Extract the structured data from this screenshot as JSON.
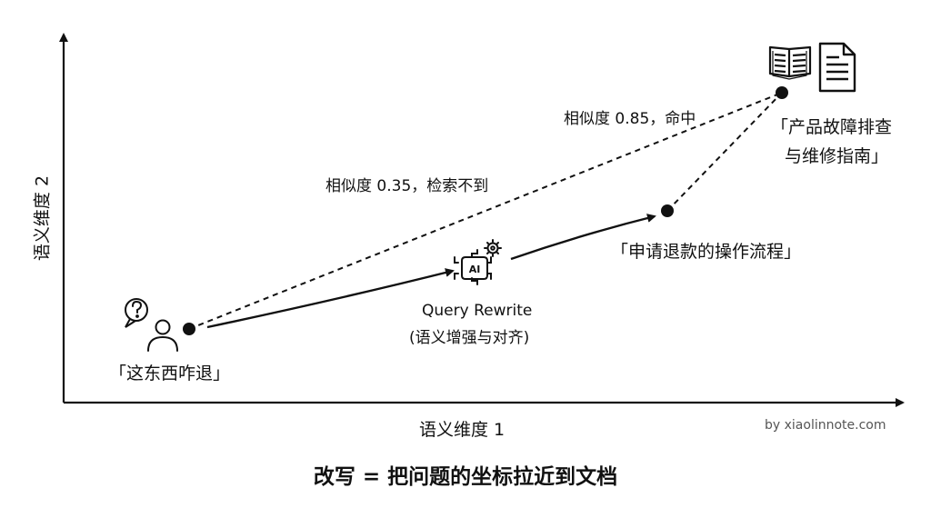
{
  "axes": {
    "x_label": "语义维度 1",
    "y_label": "语义维度 2"
  },
  "points": {
    "query": "「这东西咋退」",
    "rewritten": "「申请退款的操作流程」",
    "document_line1": "「产品故障排查",
    "document_line2": "与维修指南」"
  },
  "rewrite": {
    "title": "Query Rewrite",
    "subtitle": "(语义增强与对齐)",
    "badge": "AI"
  },
  "similarity": {
    "direct": "相似度 0.35，检索不到",
    "rewritten": "相似度 0.85，命中"
  },
  "credit": "by xiaolinnote.com",
  "caption": "改写 = 把问题的坐标拉近到文档",
  "icons": [
    "user-question-icon",
    "ai-gear-icon",
    "book-icon",
    "document-icon"
  ],
  "colors": {
    "ink": "#111111",
    "credit": "#555555",
    "background": "#ffffff"
  }
}
